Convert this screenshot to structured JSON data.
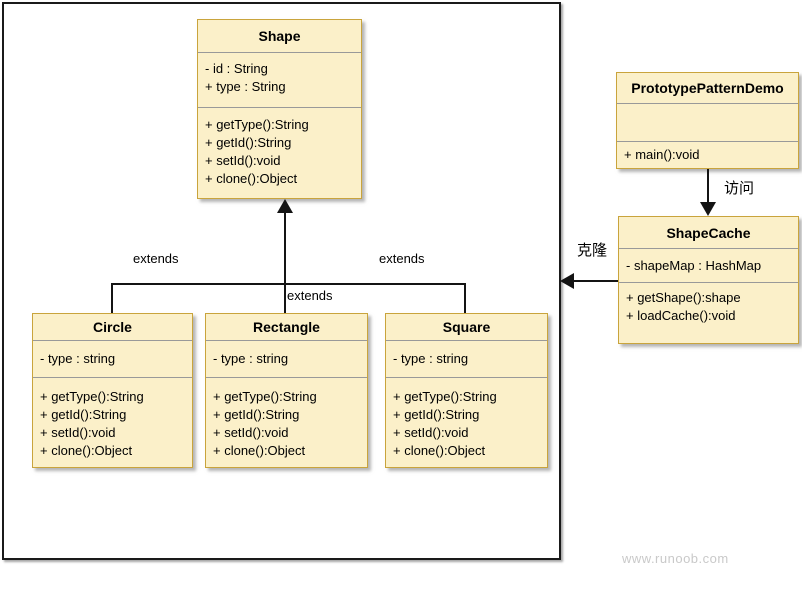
{
  "classes": {
    "shape": {
      "title": "Shape",
      "attributes": [
        "- id : String",
        "+ type : String"
      ],
      "methods": [
        "+ getType():String",
        "+ getId():String",
        "+ setId():void",
        "+ clone():Object"
      ]
    },
    "circle": {
      "title": "Circle",
      "attributes": [
        "- type : string"
      ],
      "methods": [
        "+ getType():String",
        "+ getId():String",
        "+ setId():void",
        "+ clone():Object"
      ]
    },
    "rectangle": {
      "title": "Rectangle",
      "attributes": [
        "- type : string"
      ],
      "methods": [
        "+ getType():String",
        "+ getId():String",
        "+ setId():void",
        "+ clone():Object"
      ]
    },
    "square": {
      "title": "Square",
      "attributes": [
        "- type : string"
      ],
      "methods": [
        "+ getType():String",
        "+ getId():String",
        "+ setId():void",
        "+ clone():Object"
      ]
    },
    "demo": {
      "title": "PrototypePatternDemo",
      "attributes": [],
      "methods": [
        "+ main():void"
      ]
    },
    "shapecache": {
      "title": "ShapeCache",
      "attributes": [
        "- shapeMap : HashMap"
      ],
      "methods": [
        "+ getShape():shape",
        "+ loadCache():void"
      ]
    }
  },
  "labels": {
    "extends_left": "extends",
    "extends_middle": "extends",
    "extends_right": "extends",
    "visit": "访问",
    "clone": "克隆"
  },
  "watermark": "www.runoob.com",
  "colors": {
    "box_fill": "#FBF0C9",
    "box_border": "#C9A43C",
    "section_separator": "#999999",
    "line": "#141414",
    "frame_border": "#1a1a1a",
    "watermark": "#c9c9c9"
  }
}
